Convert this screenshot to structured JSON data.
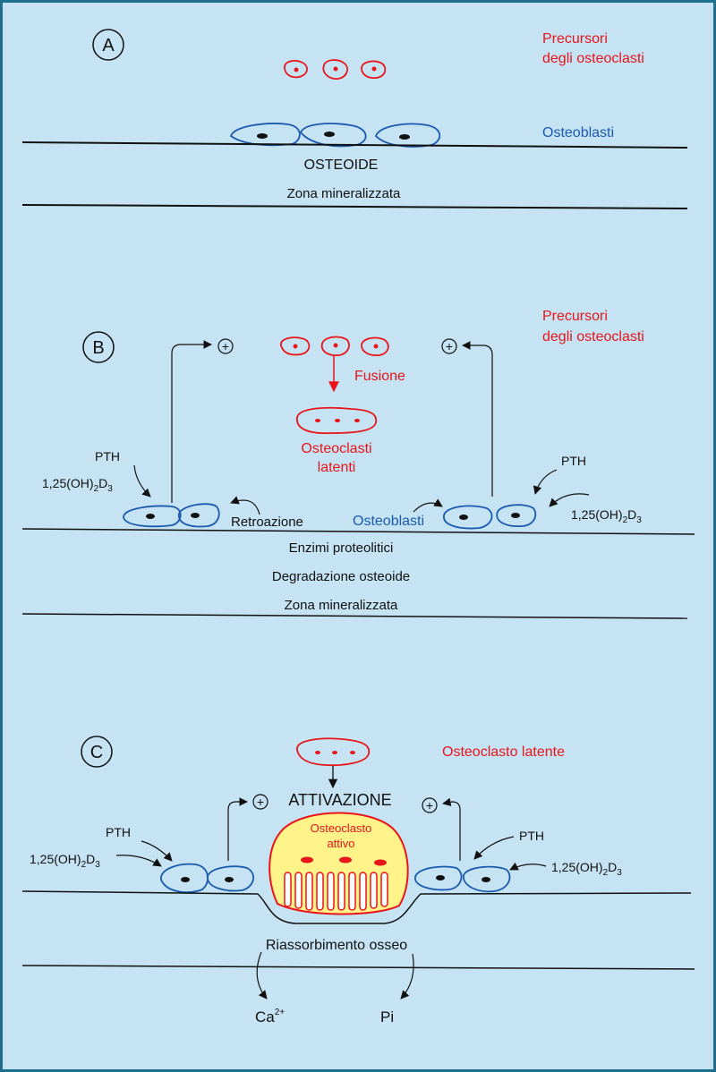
{
  "colors": {
    "background": "#C5E3F2",
    "border": "#1F6E8C",
    "red": "#E8151B",
    "blue": "#1A5AAE",
    "black": "#111111",
    "osteoclast_fill": "#FFF38A"
  },
  "panel_a": {
    "marker": "A",
    "precursors_line1": "Precursori",
    "precursors_line2": "degli osteoclasti",
    "osteoblasts": "Osteoblasti",
    "osteoid": "OSTEOIDE",
    "mineral_zone": "Zona mineralizzata"
  },
  "panel_b": {
    "marker": "B",
    "precursors_line1": "Precursori",
    "precursors_line2": "degli osteoclasti",
    "fusion": "Fusione",
    "latent_line1": "Osteoclasti",
    "latent_line2": "latenti",
    "plus_left": "+",
    "plus_right": "+",
    "pth_left": "PTH",
    "pth_right": "PTH",
    "vitd_left_main": "1,25(OH)",
    "vitd_left_sub1": "2",
    "vitd_left_mid": "D",
    "vitd_left_sub2": "3",
    "vitd_right_main": "1,25(OH)",
    "vitd_right_sub1": "2",
    "vitd_right_mid": "D",
    "vitd_right_sub2": "3",
    "feedback": "Retroazione",
    "osteoblasts": "Osteoblasti",
    "enzymes": "Enzimi proteolitici",
    "degradation": "Degradazione osteoide",
    "mineral_zone": "Zona mineralizzata"
  },
  "panel_c": {
    "marker": "C",
    "latent": "Osteoclasto  latente",
    "activation": "ATTIVAZIONE",
    "active_line1": "Osteoclasto",
    "active_line2": "attivo",
    "plus_left": "+",
    "plus_right": "+",
    "pth_left": "PTH",
    "pth_right": "PTH",
    "vitd_left_main": "1,25(OH)",
    "vitd_left_sub1": "2",
    "vitd_left_mid": "D",
    "vitd_left_sub2": "3",
    "vitd_right_main": "1,25(OH)",
    "vitd_right_sub1": "2",
    "vitd_right_mid": "D",
    "vitd_right_sub2": "3",
    "resorption": "Riassorbimento  osseo",
    "calcium_main": "Ca",
    "calcium_sup": "2+",
    "phosphate": "Pi"
  }
}
